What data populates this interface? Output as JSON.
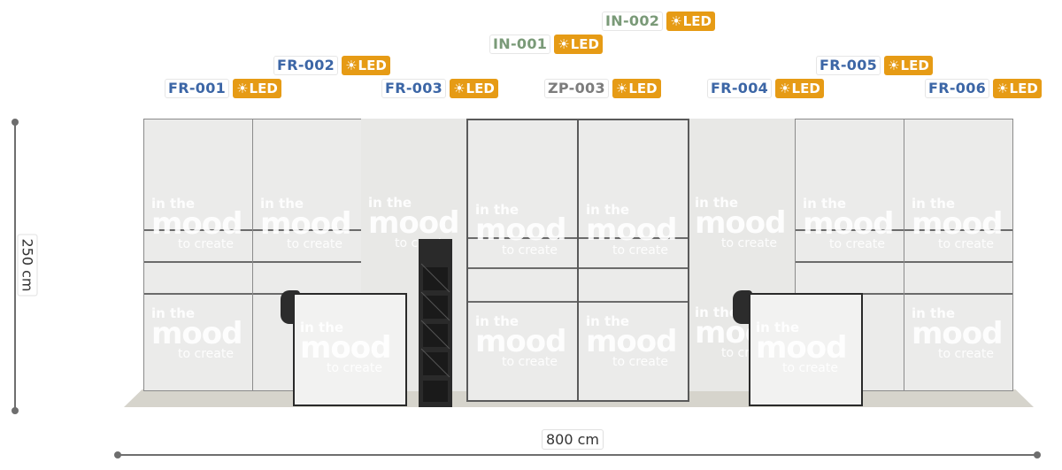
{
  "labels": {
    "fr001": {
      "code": "FR-001",
      "led": "LED"
    },
    "fr002": {
      "code": "FR-002",
      "led": "LED"
    },
    "fr003": {
      "code": "FR-003",
      "led": "LED"
    },
    "in001": {
      "code": "IN-001",
      "led": "LED"
    },
    "in002": {
      "code": "IN-002",
      "led": "LED"
    },
    "zp003": {
      "code": "ZP-003",
      "led": "LED"
    },
    "fr004": {
      "code": "FR-004",
      "led": "LED"
    },
    "fr005": {
      "code": "FR-005",
      "led": "LED"
    },
    "fr006": {
      "code": "FR-006",
      "led": "LED"
    }
  },
  "led_icon": "sun-icon",
  "watermark": {
    "line1": "in the",
    "line2": "mood",
    "line3": "to create"
  },
  "dimensions": {
    "height": "250 cm",
    "width": "800 cm"
  },
  "colors": {
    "led_badge": "#e69b15",
    "fr_code": "#3c66a6",
    "in_code": "#7a9a78",
    "zp_code": "#7c7c7c"
  }
}
